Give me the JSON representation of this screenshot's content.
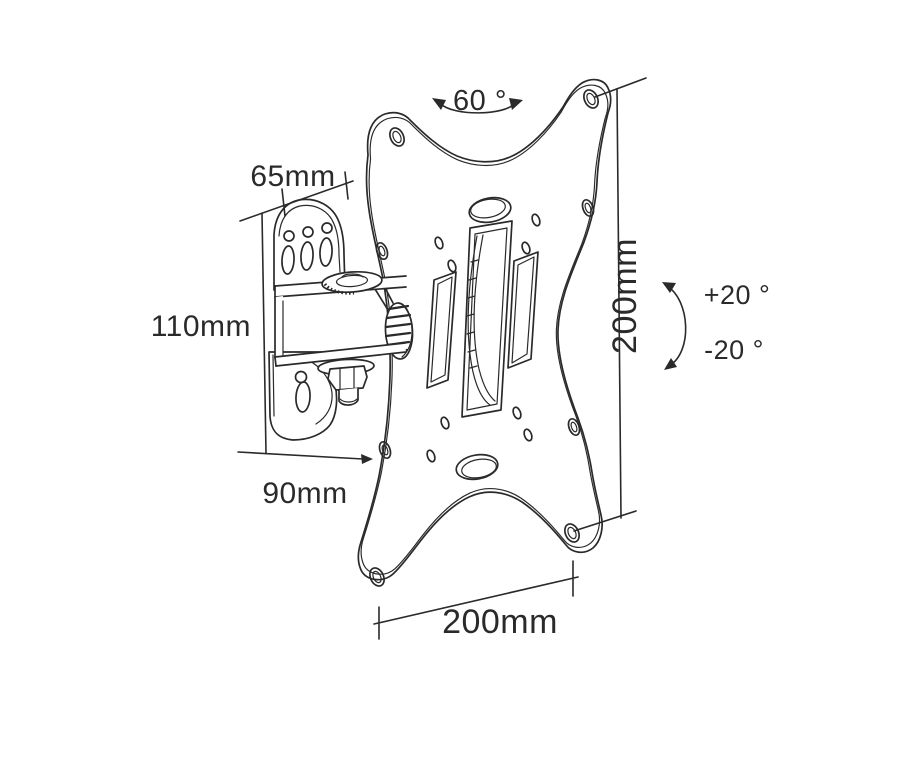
{
  "background": "#ffffff",
  "line_color": "#2a2a2a",
  "labels": {
    "swivel_angle": "60 °",
    "bracket_width": "65mm",
    "bracket_height": "110mm",
    "arm_depth": "90mm",
    "plate_width": "200mm",
    "plate_height": "200mm",
    "tilt_up": "+20 °",
    "tilt_down": "-20 °"
  }
}
